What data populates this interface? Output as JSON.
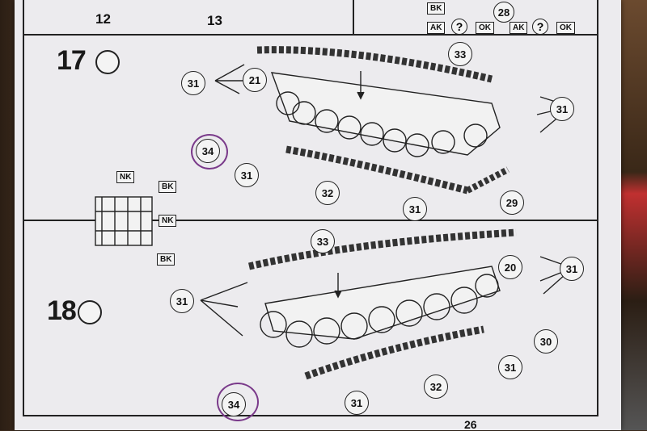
{
  "steps": {
    "step17": {
      "number": "17"
    },
    "step18": {
      "number": "18"
    }
  },
  "top_partial": {
    "label_12": "12",
    "label_13": "13",
    "label_28": "28",
    "tags": [
      "BK",
      "OK",
      "AK",
      "OK"
    ]
  },
  "step17_callouts": {
    "c33": "33",
    "c21": "21",
    "c31_left": "31",
    "c31_right": "31",
    "c34": "34",
    "c31_bottom_left": "31",
    "c32": "32",
    "c31_bottom": "31",
    "c29": "29"
  },
  "track_diagram": {
    "tags": [
      "NK",
      "BK",
      "NK",
      "BK"
    ]
  },
  "step18_callouts": {
    "c33": "33",
    "c20": "20",
    "c31_left": "31",
    "c31_right": "31",
    "c30": "30",
    "c31_mid_right": "31",
    "c32": "32",
    "c34": "34",
    "c31_bottom": "31"
  },
  "bottom_partial": {
    "label": "26"
  },
  "colors": {
    "paper": "#ecebee",
    "ink": "#222222",
    "marker": "#7a3a8a"
  }
}
